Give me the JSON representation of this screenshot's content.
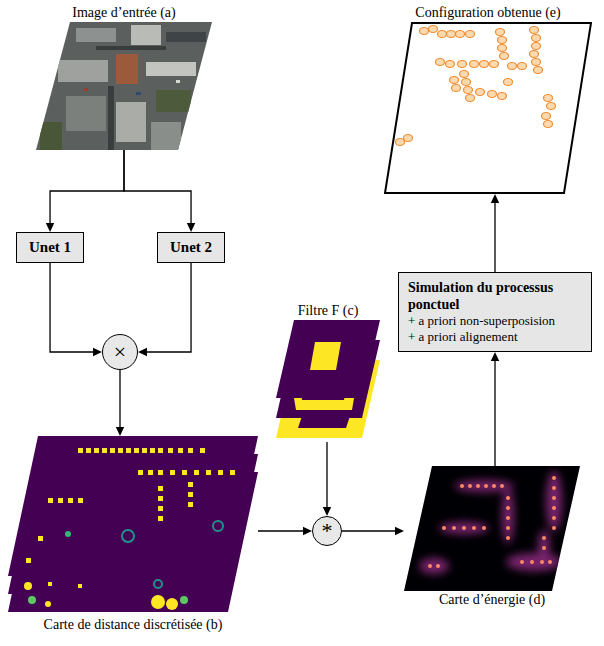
{
  "diagram": {
    "nodes": [
      {
        "text": [
          "Image d’entrée (a)"
        ]
      },
      {
        "text": [
          "Configuration obtenue (e)"
        ]
      },
      {
        "text": [
          "Unet 1"
        ]
      },
      {
        "text": [
          "Unet 2"
        ]
      },
      {
        "text": [
          "Simulation du processus ponctuel",
          "+ a priori non-superposision",
          "+ a priori alignement"
        ]
      },
      {
        "text": [
          "×"
        ]
      },
      {
        "text": [
          "Filtre F (c)"
        ]
      },
      {
        "text": [
          "*"
        ]
      },
      {
        "text": [
          "Carte de distance discrétisée (b)"
        ]
      },
      {
        "text": [
          "Carte d’énergie (d)"
        ]
      }
    ],
    "edges": [
      {
        "from": 0,
        "to": 2,
        "arrow": "to"
      },
      {
        "from": 0,
        "to": 3,
        "arrow": "to"
      },
      {
        "from": 2,
        "to": 5,
        "arrow": "to"
      },
      {
        "from": 3,
        "to": 5,
        "arrow": "to"
      },
      {
        "from": 5,
        "to": 8,
        "arrow": "to"
      },
      {
        "from": 8,
        "to": 7,
        "arrow": "to"
      },
      {
        "from": 6,
        "to": 7,
        "arrow": "to"
      },
      {
        "from": 7,
        "to": 9,
        "arrow": "to"
      },
      {
        "from": 9,
        "to": 4,
        "arrow": "to"
      },
      {
        "from": 4,
        "to": 1,
        "arrow": "to"
      }
    ]
  }
}
